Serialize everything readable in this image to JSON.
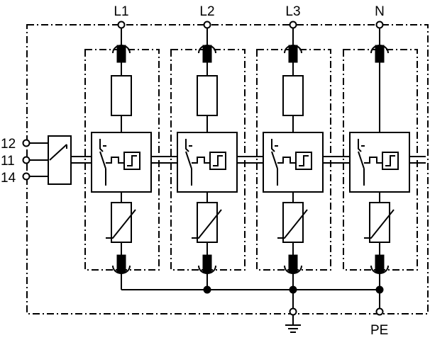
{
  "phases": [
    {
      "label": "L1",
      "fuse": true
    },
    {
      "label": "L2",
      "fuse": true
    },
    {
      "label": "L3",
      "fuse": true
    },
    {
      "label": "N",
      "fuse": false
    }
  ],
  "contacts": [
    "12",
    "11",
    "14"
  ],
  "earth": {
    "pe_label": "PE",
    "ground_symbol": "earth-ground-symbol"
  },
  "colors": {
    "line": "#000000",
    "background": "#ffffff"
  }
}
